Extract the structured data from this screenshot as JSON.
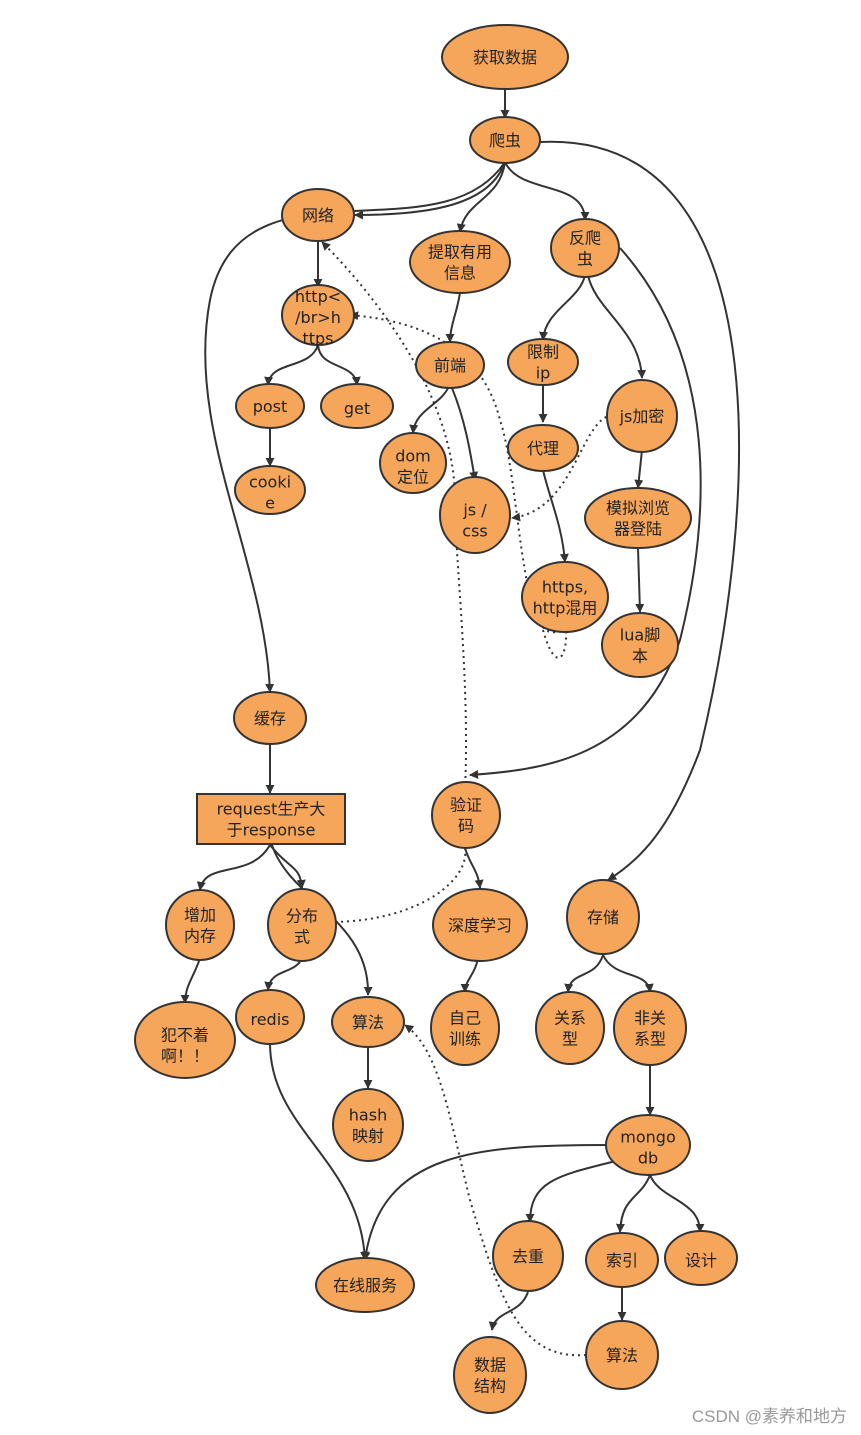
{
  "colors": {
    "node_fill": "#F5A65B",
    "node_stroke": "#333333",
    "edge": "#333333",
    "text": "#222222"
  },
  "nodes": {
    "huoqu": {
      "lines": [
        "获取数据"
      ]
    },
    "pachong": {
      "lines": [
        "爬虫"
      ]
    },
    "wangluo": {
      "lines": [
        "网络"
      ]
    },
    "tiqu": {
      "lines": [
        "提取有用",
        "信息"
      ]
    },
    "fanpa": {
      "lines": [
        "反爬",
        "虫"
      ]
    },
    "http": {
      "lines": [
        "http<",
        "/br>h",
        "ttps"
      ]
    },
    "qianduan": {
      "lines": [
        "前端"
      ]
    },
    "xianzhi": {
      "lines": [
        "限制",
        "ip"
      ]
    },
    "jsjiami": {
      "lines": [
        "js加密"
      ]
    },
    "post": {
      "lines": [
        "post"
      ]
    },
    "get": {
      "lines": [
        "get"
      ]
    },
    "dom": {
      "lines": [
        "dom",
        "定位"
      ]
    },
    "daili": {
      "lines": [
        "代理"
      ]
    },
    "cookie": {
      "lines": [
        "cooki",
        "e"
      ]
    },
    "jscss": {
      "lines": [
        "js /",
        "css"
      ]
    },
    "moni": {
      "lines": [
        "模拟浏览",
        "器登陆"
      ]
    },
    "https": {
      "lines": [
        "https,",
        "http混用"
      ]
    },
    "lua": {
      "lines": [
        "lua脚",
        "本"
      ]
    },
    "huancun": {
      "lines": [
        "缓存"
      ]
    },
    "request": {
      "lines": [
        "request生产大",
        "于response"
      ]
    },
    "yanzheng": {
      "lines": [
        "验证",
        "码"
      ]
    },
    "zengjia": {
      "lines": [
        "增加",
        "内存"
      ]
    },
    "fenbu": {
      "lines": [
        "分布",
        "式"
      ]
    },
    "shendu": {
      "lines": [
        "深度学习"
      ]
    },
    "cunchu": {
      "lines": [
        "存储"
      ]
    },
    "fanbu": {
      "lines": [
        "犯不着",
        "啊！！"
      ]
    },
    "redis": {
      "lines": [
        "redis"
      ]
    },
    "suanfa1": {
      "lines": [
        "算法"
      ]
    },
    "ziji": {
      "lines": [
        "自己",
        "训练"
      ]
    },
    "guanxi": {
      "lines": [
        "关系",
        "型"
      ]
    },
    "feiguanxi": {
      "lines": [
        "非关",
        "系型"
      ]
    },
    "hash": {
      "lines": [
        "hash",
        "映射"
      ]
    },
    "mongo": {
      "lines": [
        "mongo",
        "db"
      ]
    },
    "zaixian": {
      "lines": [
        "在线服务"
      ]
    },
    "quchong": {
      "lines": [
        "去重"
      ]
    },
    "suoyin": {
      "lines": [
        "索引"
      ]
    },
    "sheji": {
      "lines": [
        "设计"
      ]
    },
    "suanfa2": {
      "lines": [
        "算法"
      ]
    },
    "shuju": {
      "lines": [
        "数据",
        "结构"
      ]
    }
  },
  "watermark": "CSDN @素养和地方"
}
